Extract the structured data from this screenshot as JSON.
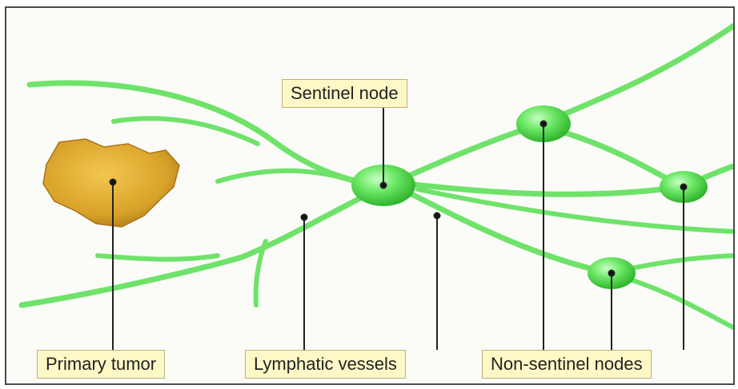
{
  "diagram": {
    "labels": {
      "sentinel_node": "Sentinel node",
      "primary_tumor": "Primary tumor",
      "lymphatic_vessels": "Lymphatic vessels",
      "non_sentinel_nodes": "Non-sentinel nodes"
    },
    "colors": {
      "vessel": "#6fe26a",
      "node": "#5fd85a",
      "tumor": "#d9a52a",
      "label_bg": "#fdf8c5",
      "leader_line": "#222222"
    }
  }
}
